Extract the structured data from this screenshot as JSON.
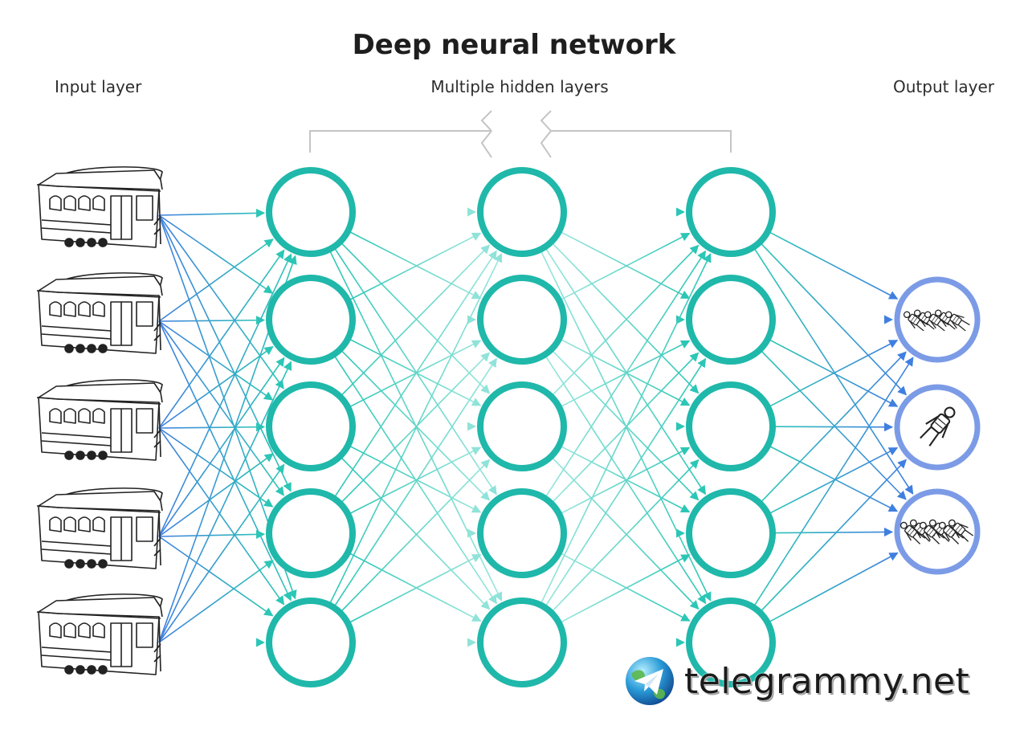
{
  "title": "Deep neural network",
  "labels": {
    "input": "Input layer",
    "hidden": "Multiple hidden layers",
    "output": "Output layer"
  },
  "network": {
    "input_count": 5,
    "hidden_layers": 3,
    "hidden_count": 5,
    "output_count": 3,
    "input_icon": "tram-car-icon",
    "output_icons": [
      "group-of-people-icon",
      "single-person-icon",
      "crowd-of-people-icon"
    ]
  },
  "colors": {
    "hidden_node": "#1fb8aa",
    "output_node": "#7c9be6",
    "edge_blue": "#3f7fe0",
    "edge_teal": "#2cc6b6",
    "edge_light": "#8fe3d9",
    "bracket": "#c4c4c4"
  },
  "watermark": {
    "text": "telegrammy.net",
    "icon": "telegram-globe-icon"
  }
}
